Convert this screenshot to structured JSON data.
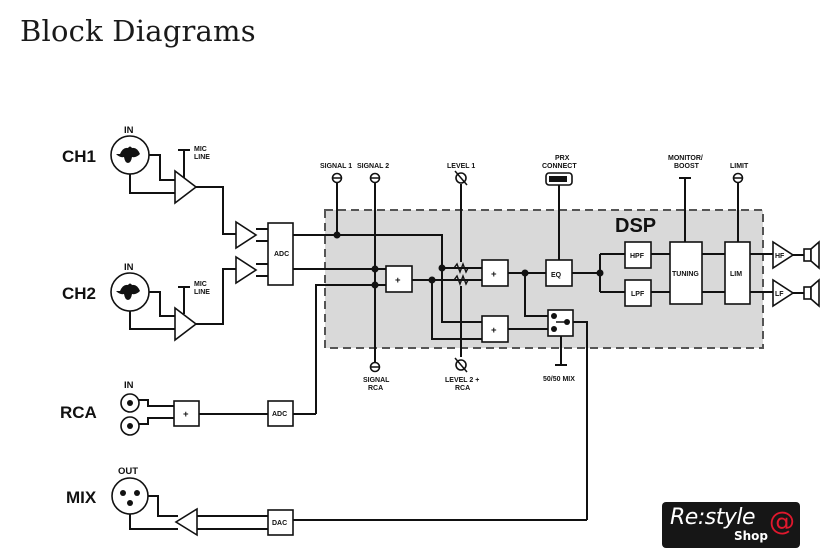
{
  "page": {
    "title": "Block Diagrams"
  },
  "inputs": {
    "ch1": {
      "label": "CH1",
      "jack_label": "IN",
      "switch_label_1": "MIC",
      "switch_label_2": "LINE"
    },
    "ch2": {
      "label": "CH2",
      "jack_label": "IN",
      "switch_label_1": "MIC",
      "switch_label_2": "LINE"
    },
    "rca": {
      "label": "RCA",
      "jack_label": "IN",
      "sum_label": "+",
      "converter_label": "ADC"
    },
    "mix": {
      "label": "MIX",
      "jack_label": "OUT",
      "converter_label": "DAC"
    }
  },
  "adc_main": {
    "label": "ADC"
  },
  "controls": {
    "signal1": "SIGNAL 1",
    "signal2": "SIGNAL 2",
    "level1": "LEVEL 1",
    "prx_connect_1": "PRX",
    "prx_connect_2": "CONNECT",
    "monitor_boost_1": "MONITOR/",
    "monitor_boost_2": "BOOST",
    "limit": "LIMIT",
    "signal_rca_1": "SIGNAL",
    "signal_rca_2": "RCA",
    "level2_rca_1": "LEVEL 2 +",
    "level2_rca_2": "RCA",
    "mix_5050": "50/50 MIX"
  },
  "dsp": {
    "label": "DSP",
    "sum1": "+",
    "sum2": "+",
    "sum3": "+",
    "eq": "EQ",
    "hpf": "HPF",
    "lpf": "LPF",
    "tuning": "TUNING",
    "lim": "LIM"
  },
  "outputs": {
    "hf": "HF",
    "lf": "LF"
  },
  "colors": {
    "dsp_fill": "#d9d9d9",
    "line": "#111111",
    "logo_bg": "#161616",
    "logo_accent": "#e0182d"
  },
  "logo": {
    "main": "Re:style",
    "sub": "Shop",
    "at": "@"
  }
}
